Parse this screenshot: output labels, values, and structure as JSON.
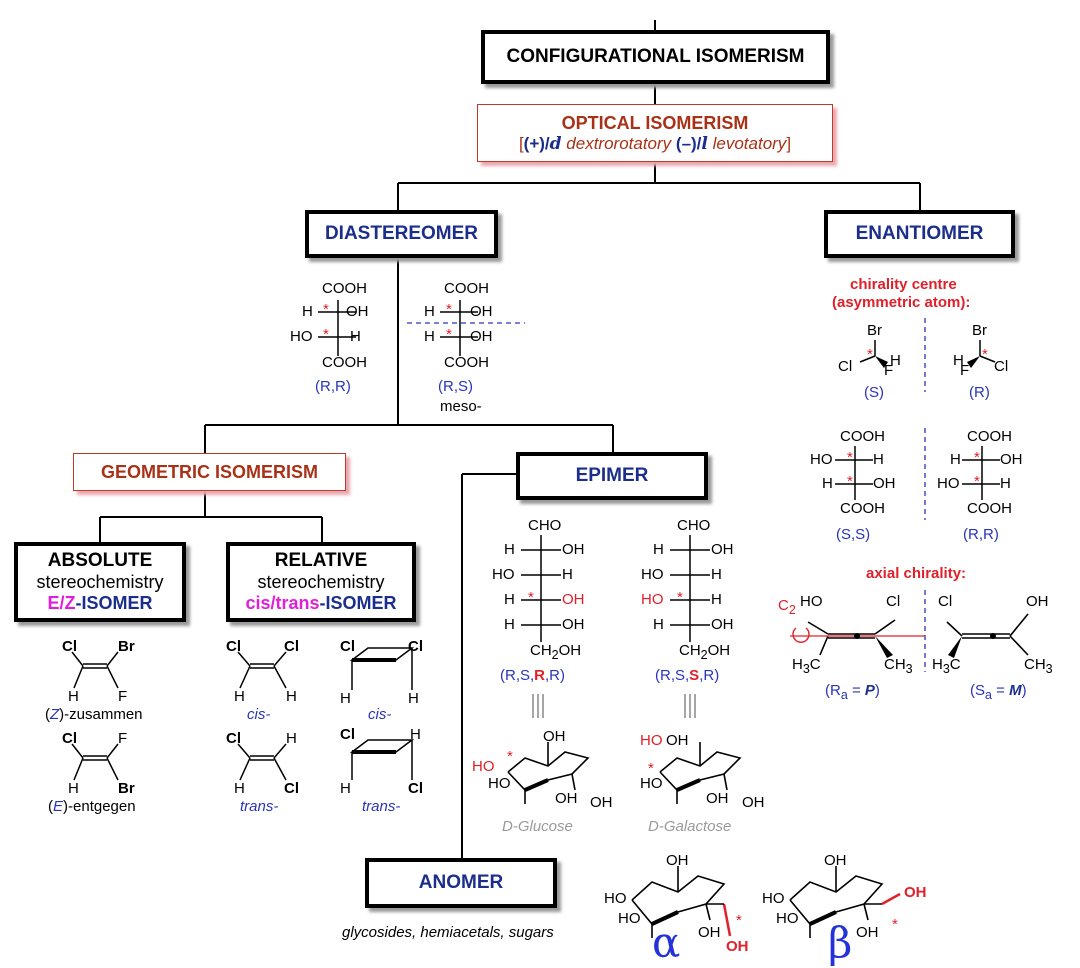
{
  "nodes": {
    "root": {
      "label": "CONFIGURATIONAL ISOMERISM"
    },
    "optical": {
      "label": "OPTICAL ISOMERISM",
      "plus": "(+)/",
      "d": "d",
      "dex": "dextrorotatory",
      "minus": "(–)/",
      "l": "l",
      "levo": "levotatory",
      "open": "[",
      "close": "]"
    },
    "diastereomer": {
      "label": "DIASTEREOMER"
    },
    "enantiomer": {
      "label": "ENANTIOMER"
    },
    "geometric": {
      "label": "GEOMETRIC ISOMERISM"
    },
    "epimer": {
      "label": "EPIMER"
    },
    "absolute": {
      "title": "ABSOLUTE",
      "sub": "stereochemistry",
      "ez": "E/Z",
      "iso": "-ISOMER"
    },
    "relative": {
      "title": "RELATIVE",
      "sub": "stereochemistry",
      "ct": "cis/trans",
      "iso": "-ISOMER"
    },
    "anomer": {
      "label": "ANOMER",
      "caption": "glycosides, hemiacetals, sugars"
    }
  },
  "labels": {
    "rr": "(R,R)",
    "rs": "(R,S)",
    "meso": "meso-",
    "chirality_centre": "chirality centre",
    "asym_atom": "(asymmetric atom):",
    "s": "(S)",
    "r": "(R)",
    "ss": "(S,S)",
    "rr2": "(R,R)",
    "axial": "axial chirality:",
    "c2": "C",
    "c2sub": "2",
    "ra": "(R",
    "ra_sub": "a",
    "ra_eq": " = ",
    "ra_p": "P",
    "ra_close": ")",
    "sa": "(S",
    "sa_sub": "a",
    "sa_eq": " = ",
    "sa_m": "M",
    "sa_close": ")",
    "z_open": "(",
    "z_letter": "Z",
    "z_rest": ")-zusammen",
    "e_open": "(",
    "e_letter": "E",
    "e_rest": ")-entgegen",
    "cis": "cis-",
    "trans": "trans-",
    "glucose_cfg_a": "(R,S,",
    "glucose_cfg_b": "R",
    "glucose_cfg_c": ",R)",
    "galactose_cfg_a": "(R,S,",
    "galactose_cfg_b": "S",
    "galactose_cfg_c": ",R)",
    "dglucose": "D-Glucose",
    "dgalactose": "D-Galactose",
    "alpha": "α",
    "beta": "β"
  },
  "atoms": {
    "cooh": "COOH",
    "h": "H",
    "oh": "OH",
    "ho": "HO",
    "br": "Br",
    "cl": "Cl",
    "f": "F",
    "cho": "CHO",
    "ch2oh": "CH",
    "ch2oh_sub": "2",
    "ch2oh_end": "OH",
    "ch3": "CH",
    "ch3_sub": "3",
    "h3c": "H",
    "h3c_sub": "3",
    "h3c_end": "C",
    "star": "*"
  },
  "colors": {
    "navy": "#1c2e8c",
    "brown": "#a83218",
    "red": "#e0202a",
    "blue": "#2a34b8",
    "magenta": "#e020d8",
    "grey": "#9a9a9a"
  }
}
